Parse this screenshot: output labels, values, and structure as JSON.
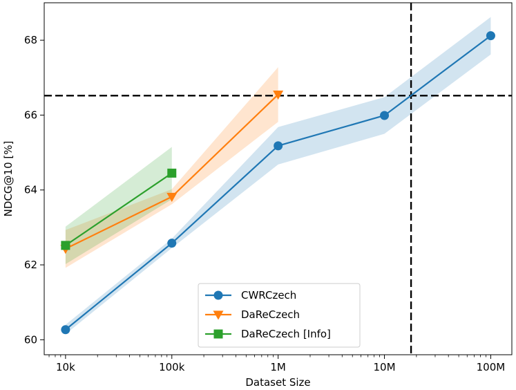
{
  "chart_data": {
    "type": "line",
    "xscale": "log",
    "xlabel": "Dataset Size",
    "ylabel": "NDCG@10 [%]",
    "xlim": [
      6300,
      158000000
    ],
    "ylim": [
      59.6,
      69.0
    ],
    "x_ticks": [
      {
        "value": 10000,
        "label": "10k"
      },
      {
        "value": 100000,
        "label": "100k"
      },
      {
        "value": 1000000,
        "label": "1M"
      },
      {
        "value": 10000000,
        "label": "10M"
      },
      {
        "value": 100000000,
        "label": "100M"
      }
    ],
    "y_ticks": [
      {
        "value": 60,
        "label": "60"
      },
      {
        "value": 62,
        "label": "62"
      },
      {
        "value": 64,
        "label": "64"
      },
      {
        "value": 66,
        "label": "66"
      },
      {
        "value": 68,
        "label": "68"
      }
    ],
    "grid": false,
    "legend_position": "lower-center",
    "reference_lines": {
      "horizontal_y": 66.52,
      "vertical_x": 17800000,
      "style": "dashed",
      "color": "#000000"
    },
    "series": [
      {
        "name": "CWRCzech",
        "color": "#1f77b4",
        "marker": "circle",
        "x": [
          10000,
          100000,
          1000000,
          10000000,
          100000000
        ],
        "y": [
          60.27,
          62.58,
          65.18,
          65.99,
          68.12
        ],
        "y_low": [
          60.15,
          62.45,
          64.68,
          65.5,
          67.62
        ],
        "y_high": [
          60.4,
          62.7,
          65.68,
          66.48,
          68.62
        ]
      },
      {
        "name": "DaReCzech",
        "color": "#ff7f0e",
        "marker": "triangle-down",
        "x": [
          10000,
          100000,
          1000000
        ],
        "y": [
          62.43,
          63.82,
          66.55
        ],
        "y_low": [
          61.92,
          63.62,
          65.82
        ],
        "y_high": [
          62.93,
          64.02,
          67.28
        ]
      },
      {
        "name": "DaReCzech [Info]",
        "color": "#2ca02c",
        "marker": "square",
        "x": [
          10000,
          100000
        ],
        "y": [
          62.52,
          64.45
        ],
        "y_low": [
          62.02,
          63.75
        ],
        "y_high": [
          63.02,
          65.15
        ]
      }
    ]
  }
}
